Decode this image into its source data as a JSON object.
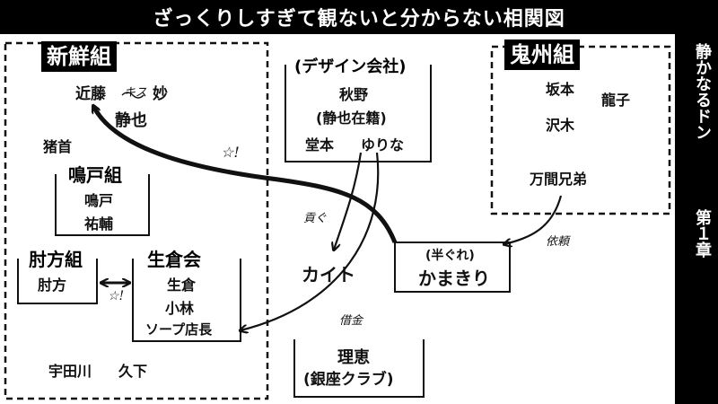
{
  "title": "ざっくりしすぎて観ないと分からない相関図",
  "side": {
    "title": "静かなるドン",
    "chapter": "第１章"
  },
  "groups": {
    "shinsengumi": {
      "label": "新鮮組",
      "members": [
        "近藤",
        "静也",
        "妙",
        "猪首",
        "宇田川",
        "久下"
      ]
    },
    "naruto": {
      "label": "鳴戸組",
      "members": [
        "鳴戸",
        "祐輔"
      ]
    },
    "hijikata": {
      "label": "肘方組",
      "members": [
        "肘方"
      ]
    },
    "ikura": {
      "label": "生倉会",
      "members": [
        "生倉",
        "小林",
        "ソープ店長"
      ]
    },
    "design": {
      "label": "(デザイン会社)",
      "members": [
        "秋野",
        "(静也在籍)",
        "堂本",
        "ゆりな"
      ]
    },
    "kishu": {
      "label": "鬼州組",
      "members": [
        "坂本",
        "龍子",
        "沢木",
        "万間兄弟"
      ]
    },
    "kamakiri": {
      "note": "(半ぐれ)",
      "name": "かまきり"
    },
    "kaito": "カイト",
    "rie": {
      "name": "理恵",
      "club": "(銀座クラブ)"
    }
  },
  "annotations": {
    "kiss": "キス",
    "punch": "☆!",
    "mitsugu": "貢ぐ",
    "shakkin": "借金",
    "irai": "依頼"
  }
}
